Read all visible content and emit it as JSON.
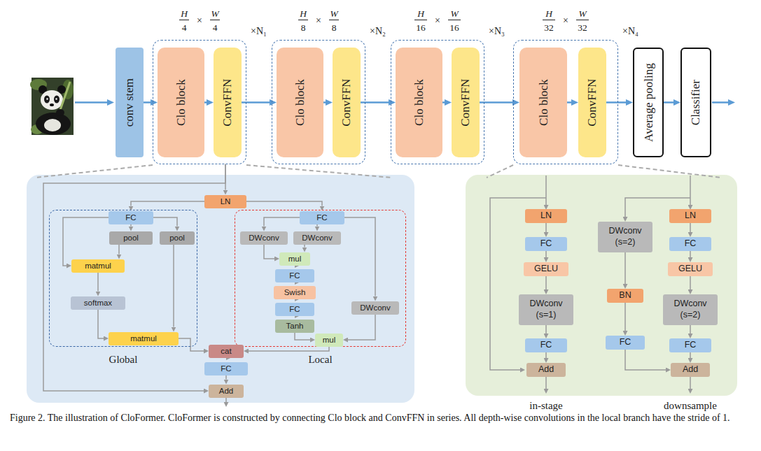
{
  "diagram": {
    "caption": "Figure 2. The illustration of CloFormer. CloFormer is constructed by connecting Clo block and ConvFFN in series. All depth-wise convolutions in the local branch have the stride of 1.",
    "nodes": [
      {
        "text": [
          "conv stem"
        ]
      },
      {
        "text": [
          "×N₁"
        ]
      },
      {
        "text": [
          "Clo block"
        ],
        "in": 1
      },
      {
        "text": [
          "ConvFFN"
        ],
        "in": 1
      },
      {
        "text": [
          "×N₂"
        ]
      },
      {
        "text": [
          "Clo block"
        ],
        "in": 4
      },
      {
        "text": [
          "ConvFFN"
        ],
        "in": 4
      },
      {
        "text": [
          "×N₃"
        ]
      },
      {
        "text": [
          "Clo block"
        ],
        "in": 7
      },
      {
        "text": [
          "ConvFFN"
        ],
        "in": 7
      },
      {
        "text": [
          "×N₄"
        ]
      },
      {
        "text": [
          "Clo block"
        ],
        "in": 10
      },
      {
        "text": [
          "ConvFFN"
        ],
        "in": 10
      },
      {
        "text": [
          "Average pooling"
        ]
      },
      {
        "text": [
          "Classifier"
        ]
      },
      {
        "text": [
          "LN"
        ]
      },
      {
        "text": [
          "Global"
        ]
      },
      {
        "text": [
          "FC"
        ],
        "in": 16
      },
      {
        "text": [
          "pool"
        ],
        "in": 16
      },
      {
        "text": [
          "pool"
        ],
        "in": 16
      },
      {
        "text": [
          "matmul"
        ],
        "in": 16
      },
      {
        "text": [
          "softmax"
        ],
        "in": 16
      },
      {
        "text": [
          "matmul"
        ],
        "in": 16
      },
      {
        "text": [
          "Local"
        ]
      },
      {
        "text": [
          "FC"
        ],
        "in": 23
      },
      {
        "text": [
          "DWconv"
        ],
        "in": 23
      },
      {
        "text": [
          "DWconv"
        ],
        "in": 23
      },
      {
        "text": [
          "mul"
        ],
        "in": 23
      },
      {
        "text": [
          "FC"
        ],
        "in": 23
      },
      {
        "text": [
          "Swish"
        ],
        "in": 23
      },
      {
        "text": [
          "FC"
        ],
        "in": 23
      },
      {
        "text": [
          "Tanh"
        ],
        "in": 23
      },
      {
        "text": [
          "DWconv"
        ],
        "in": 23
      },
      {
        "text": [
          "mul"
        ],
        "in": 23
      },
      {
        "text": [
          "cat"
        ]
      },
      {
        "text": [
          "FC"
        ]
      },
      {
        "text": [
          "Add"
        ]
      },
      {
        "text": [
          "LN"
        ]
      },
      {
        "text": [
          "FC"
        ]
      },
      {
        "text": [
          "GELU"
        ]
      },
      {
        "text": [
          "DWconv (s=1)"
        ]
      },
      {
        "text": [
          "FC"
        ]
      },
      {
        "text": [
          "Add"
        ]
      },
      {
        "text": [
          "DWconv (s=2)"
        ]
      },
      {
        "text": [
          "BN"
        ]
      },
      {
        "text": [
          "FC"
        ]
      },
      {
        "text": [
          "LN"
        ]
      },
      {
        "text": [
          "FC"
        ]
      },
      {
        "text": [
          "GELU"
        ]
      },
      {
        "text": [
          "DWconv (s=2)"
        ]
      },
      {
        "text": [
          "FC"
        ]
      },
      {
        "text": [
          "Add"
        ]
      }
    ],
    "edges": [
      {
        "from": 0,
        "to": 2,
        "arrow": "to"
      },
      {
        "from": 2,
        "to": 3,
        "arrow": "to"
      },
      {
        "from": 3,
        "to": 5,
        "arrow": "to"
      },
      {
        "from": 5,
        "to": 6,
        "arrow": "to"
      },
      {
        "from": 6,
        "to": 8,
        "arrow": "to"
      },
      {
        "from": 8,
        "to": 9,
        "arrow": "to"
      },
      {
        "from": 9,
        "to": 11,
        "arrow": "to"
      },
      {
        "from": 11,
        "to": 12,
        "arrow": "to"
      },
      {
        "from": 12,
        "to": 13,
        "arrow": "to"
      },
      {
        "from": 13,
        "to": 14,
        "arrow": "to"
      },
      {
        "from": 1,
        "to": 15,
        "arrow": "to"
      },
      {
        "from": 1,
        "to": 36,
        "arrow": "to"
      },
      {
        "from": 15,
        "to": 17,
        "arrow": "to"
      },
      {
        "from": 15,
        "to": 24,
        "arrow": "to"
      },
      {
        "from": 17,
        "to": 20,
        "arrow": "to"
      },
      {
        "from": 17,
        "to": 18,
        "arrow": "to"
      },
      {
        "from": 17,
        "to": 19,
        "arrow": "to"
      },
      {
        "from": 18,
        "to": 20,
        "arrow": "to"
      },
      {
        "from": 20,
        "to": 21,
        "arrow": "to"
      },
      {
        "from": 21,
        "to": 22,
        "arrow": "to"
      },
      {
        "from": 19,
        "to": 22,
        "arrow": "to"
      },
      {
        "from": 22,
        "to": 34,
        "arrow": "to"
      },
      {
        "from": 24,
        "to": 25,
        "arrow": "to"
      },
      {
        "from": 24,
        "to": 26,
        "arrow": "to"
      },
      {
        "from": 24,
        "to": 32,
        "arrow": "to"
      },
      {
        "from": 25,
        "to": 27,
        "arrow": "to"
      },
      {
        "from": 26,
        "to": 27,
        "arrow": "to"
      },
      {
        "from": 27,
        "to": 28,
        "arrow": "to"
      },
      {
        "from": 28,
        "to": 29,
        "arrow": "to"
      },
      {
        "from": 29,
        "to": 30,
        "arrow": "to"
      },
      {
        "from": 30,
        "to": 31,
        "arrow": "to"
      },
      {
        "from": 31,
        "to": 33,
        "arrow": "to"
      },
      {
        "from": 32,
        "to": 33,
        "arrow": "to"
      },
      {
        "from": 33,
        "to": 34,
        "arrow": "to"
      },
      {
        "from": 34,
        "to": 35,
        "arrow": "to"
      },
      {
        "from": 35,
        "to": 36,
        "arrow": "to"
      },
      {
        "from": 37,
        "to": 38,
        "arrow": "to"
      },
      {
        "from": 38,
        "to": 39,
        "arrow": "to"
      },
      {
        "from": 39,
        "to": 40,
        "arrow": "to"
      },
      {
        "from": 40,
        "to": 41,
        "arrow": "to"
      },
      {
        "from": 41,
        "to": 42,
        "arrow": "to"
      },
      {
        "from": 43,
        "to": 44,
        "arrow": "to"
      },
      {
        "from": 44,
        "to": 45,
        "arrow": "to"
      },
      {
        "from": 45,
        "to": 51,
        "arrow": "to"
      },
      {
        "from": 46,
        "to": 47,
        "arrow": "to"
      },
      {
        "from": 47,
        "to": 48,
        "arrow": "to"
      },
      {
        "from": 48,
        "to": 49,
        "arrow": "to"
      },
      {
        "from": 49,
        "to": 50,
        "arrow": "to"
      },
      {
        "from": 50,
        "to": 51,
        "arrow": "to"
      }
    ],
    "labels": [
      "H",
      "4",
      "×",
      "W",
      "4",
      "H",
      "8",
      "×",
      "W",
      "8",
      "H",
      "16",
      "×",
      "W",
      "16",
      "H",
      "32",
      "×",
      "W",
      "32",
      "in-stage",
      "downsample"
    ]
  }
}
